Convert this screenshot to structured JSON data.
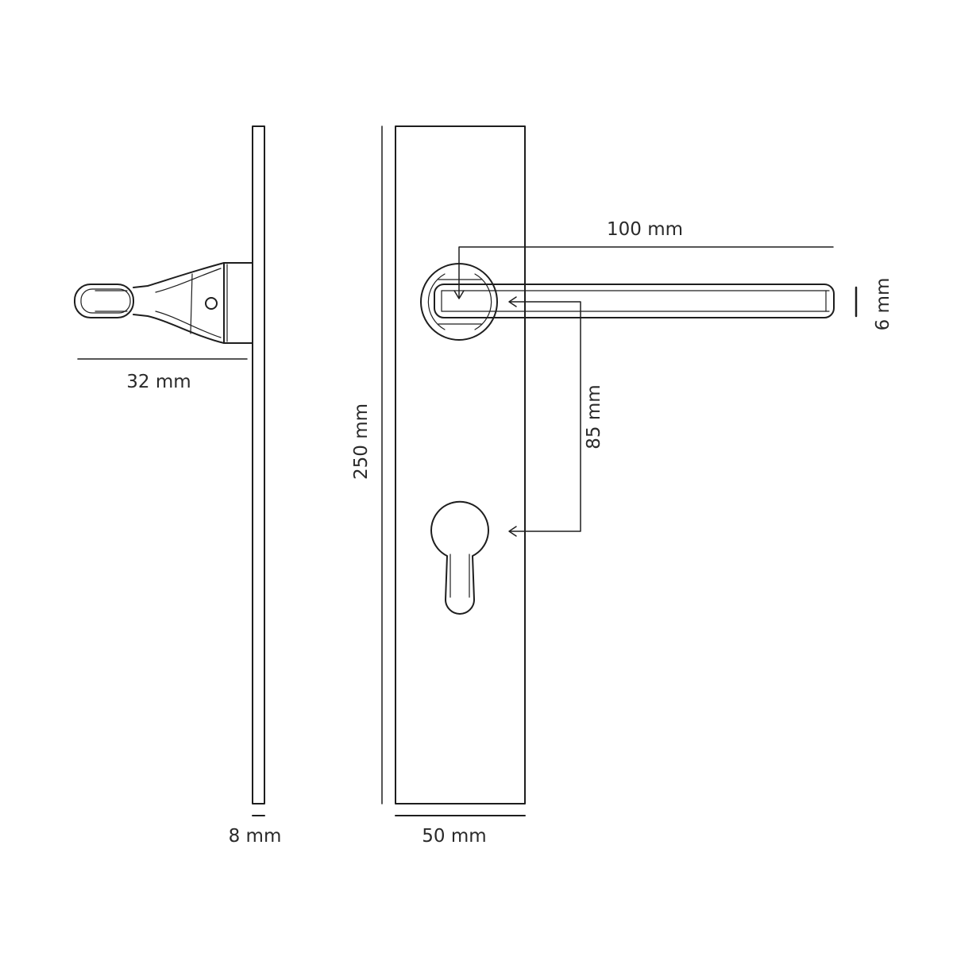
{
  "dimensions": {
    "handle_projection": "32 mm",
    "plate_thickness": "8 mm",
    "plate_height": "250 mm",
    "plate_width": "50 mm",
    "lever_length": "100 mm",
    "lever_thickness": "6 mm",
    "center_distance": "85 mm"
  },
  "colors": {
    "line": "#1e1e1e",
    "text": "#2a2a2a",
    "background": "#ffffff"
  }
}
